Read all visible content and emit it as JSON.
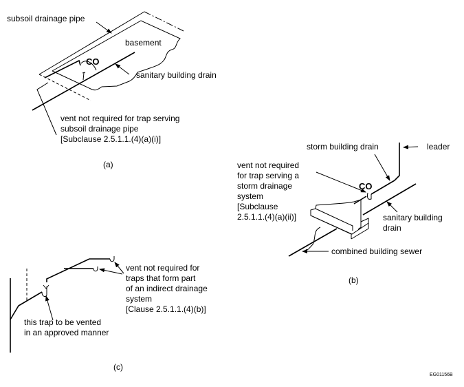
{
  "figure_a": {
    "subsoil_label": "subsoil drainage pipe",
    "basement_label": "basement",
    "co_label": "CO",
    "sanitary_label": "sanitary building drain",
    "vent_note": [
      "vent not required for trap serving",
      "subsoil drainage pipe",
      "[Subclause 2.5.1.1.(4)(a)(i)]"
    ],
    "caption": "(a)"
  },
  "figure_b": {
    "storm_label": "storm building drain",
    "leader_label": "leader",
    "co_label": "CO",
    "vent_note": [
      "vent not required",
      "for trap serving a",
      "storm drainage",
      "system",
      "[Subclause",
      "2.5.1.1.(4)(a)(ii)]"
    ],
    "sanitary_label": [
      "sanitary building",
      "drain"
    ],
    "sewer_label": "combined building sewer",
    "caption": "(b)"
  },
  "figure_c": {
    "vent_note": [
      "vent not required for",
      "traps that form part",
      "of an indirect drainage",
      "system",
      "[Clause 2.5.1.1.(4)(b)]"
    ],
    "trap_note": [
      "this trap to be vented",
      "in an approved manner"
    ],
    "caption": "(c)"
  },
  "figure_code": "EG01156B"
}
